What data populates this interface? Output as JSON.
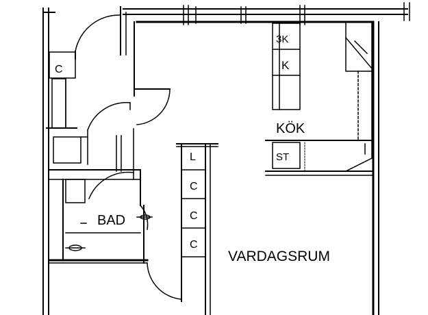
{
  "rooms": {
    "kitchen": "KÖK",
    "living_room": "VARDAGSRUM",
    "bathroom": "BAD"
  },
  "fixtures": {
    "wardrobe_upper": "C",
    "kitchen_cabinet_3k": "3K",
    "kitchen_cabinet_k": "K",
    "stove": "ST",
    "linen_closet": "L",
    "closet_1": "C",
    "closet_2": "C",
    "closet_3": "C"
  },
  "colors": {
    "line": "#000000",
    "background": "#ffffff"
  }
}
